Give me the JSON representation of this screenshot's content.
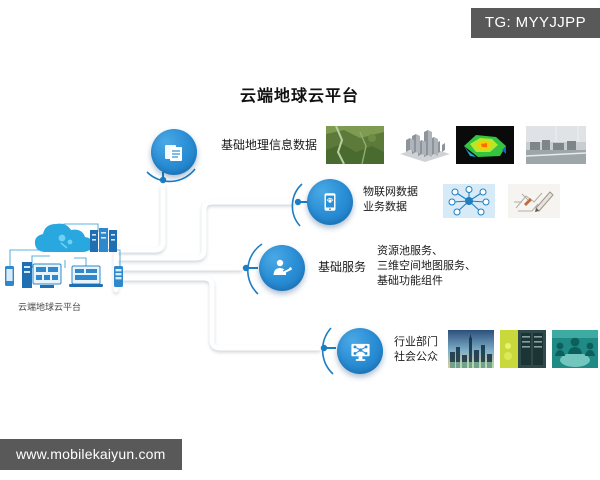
{
  "badge": {
    "text": "TG: MYYJJPP"
  },
  "watermark": {
    "text": "www.mobilekaiyun.com"
  },
  "title": {
    "text": "云端地球云平台"
  },
  "cloud_cluster": {
    "caption": "云端地球云平台",
    "icons": [
      "cloud-icon",
      "server-rack-icon",
      "smartphone-icon",
      "desktop-pc-icon",
      "laptop-icon",
      "tablet-icon",
      "mobile-device-icon"
    ]
  },
  "branches": [
    {
      "id": "basic-geographic-data",
      "node_icon": "documents-layers-icon",
      "label": "基础地理信息数据",
      "sub_lines": [],
      "thumbnails": [
        {
          "name": "satellite-map-thumbnail",
          "kind": "aerial-map"
        },
        {
          "name": "city-3d-model-thumbnail",
          "kind": "city-3d"
        },
        {
          "name": "elevation-model-thumbnail",
          "kind": "dem-rainbow"
        },
        {
          "name": "street-view-thumbnail",
          "kind": "street-photo"
        }
      ]
    },
    {
      "id": "iot-business-data",
      "node_icon": "mobile-sensor-icon",
      "label": "",
      "sub_lines": [
        "物联网数据",
        "业务数据"
      ],
      "thumbnails": [
        {
          "name": "iot-network-thumbnail",
          "kind": "iot-hub"
        },
        {
          "name": "sketch-drawing-thumbnail",
          "kind": "sketch"
        }
      ]
    },
    {
      "id": "basic-services",
      "node_icon": "person-service-icon",
      "label": "基础服务",
      "sub_lines": [
        "资源池服务、",
        "三维空间地图服务、",
        "基础功能组件"
      ],
      "thumbnails": []
    },
    {
      "id": "industry-public",
      "node_icon": "monitor-network-icon",
      "label": "",
      "sub_lines": [
        "行业部门",
        "社会公众"
      ],
      "thumbnails": [
        {
          "name": "city-skyline-thumbnail",
          "kind": "skyline"
        },
        {
          "name": "server-room-thumbnail",
          "kind": "server-room"
        },
        {
          "name": "team-collaboration-thumbnail",
          "kind": "team"
        }
      ]
    }
  ],
  "colors": {
    "node_blue": "#2b8fd6",
    "node_blue_light": "#4aa8e4",
    "node_blue_dark": "#1c7cc4",
    "badge_gray": "#595959",
    "wire_white": "#ffffff",
    "wire_shadow": "#e3e7ea",
    "text_dark": "#1a1a1a"
  }
}
